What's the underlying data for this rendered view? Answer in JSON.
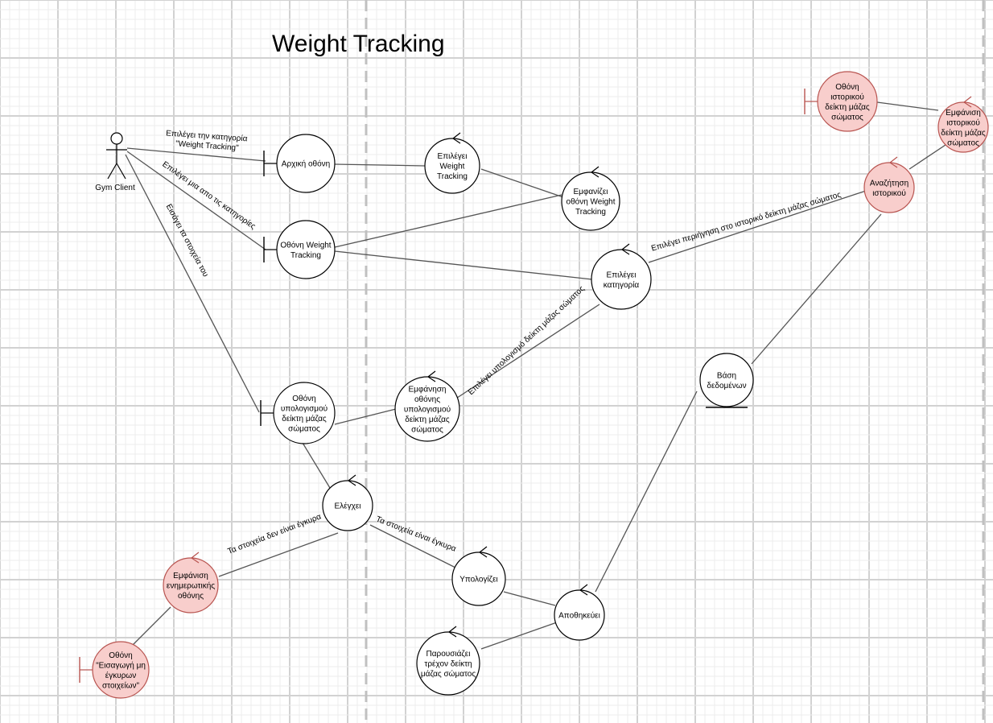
{
  "diagram": {
    "title": "Weight Tracking",
    "actor": {
      "label": "Gym Client"
    },
    "colors": {
      "highlight_fill": "#f8cecc",
      "highlight_stroke": "#b85450",
      "normal_fill": "#ffffff"
    },
    "nodes": {
      "arxiki": {
        "type": "boundary",
        "lines": [
          "Αρχική οθόνη"
        ]
      },
      "othoni_wt": {
        "type": "boundary",
        "lines": [
          "Οθόνη Weight",
          "Tracking"
        ]
      },
      "othoni_ypol": {
        "type": "boundary",
        "lines": [
          "Οθόνη",
          "υπολογισμού",
          "δείκτη μάζας",
          "σώματος"
        ]
      },
      "othoni_istor": {
        "type": "boundary",
        "highlight": true,
        "lines": [
          "Οθόνη",
          "ιστορικού",
          "δείκτη μάζας",
          "σώματος"
        ]
      },
      "othoni_eisag": {
        "type": "boundary",
        "highlight": true,
        "lines": [
          "Οθόνη",
          "\"Εισαγωγή μη",
          "έγκυρων",
          "στοιχείων\""
        ]
      },
      "epilegei_wt": {
        "type": "control",
        "lines": [
          "Επιλέγει",
          "Weight",
          "Tracking"
        ]
      },
      "emfanizei_wt": {
        "type": "control",
        "lines": [
          "Εμφανίζει",
          "οθόνη Weight",
          "Tracking"
        ]
      },
      "epilegei_kat": {
        "type": "control",
        "lines": [
          "Επιλέγει",
          "κατηγορία"
        ]
      },
      "emfanisi_ypol": {
        "type": "control",
        "lines": [
          "Εμφάνηση",
          "οθόνης",
          "υπολογισμού",
          "δείκτη μάζας",
          "σώματος"
        ]
      },
      "elegxei": {
        "type": "control",
        "lines": [
          "Ελέγχει"
        ]
      },
      "ypologizei": {
        "type": "control",
        "lines": [
          "Υπολογίζει"
        ]
      },
      "apothikeui": {
        "type": "control",
        "lines": [
          "Αποθηκεύει"
        ]
      },
      "parousiazei": {
        "type": "control",
        "lines": [
          "Παρουσιάζει",
          "τρέχον δείκτη",
          "μάζας σώματος"
        ]
      },
      "emfanisi_enim": {
        "type": "control",
        "highlight": true,
        "lines": [
          "Εμφάνιση",
          "ενημερωτικής",
          "οθόνης"
        ]
      },
      "anazitisi": {
        "type": "control",
        "highlight": true,
        "lines": [
          "Αναζήτηση",
          "ιστορικού"
        ]
      },
      "emfanisi_istor": {
        "type": "control",
        "highlight": true,
        "lines": [
          "Εμφάνιση",
          "ιστορικού",
          "δείκτη μάζας",
          "σώματος"
        ]
      },
      "vasi": {
        "type": "entity",
        "lines": [
          "Βάση",
          "δεδομένων"
        ]
      }
    },
    "edge_labels": {
      "actor_arxiki": [
        "Επιλέγει την κατηγορία",
        "\"Weight Tracking\""
      ],
      "actor_wt": [
        "Επιλέγει μια απο τις κατηγορίες"
      ],
      "actor_ypol": [
        "Εισάγει τα στοιχεία του"
      ],
      "kat_anazitisi": [
        "Επιλέγει περιήγηση στο ιστορικό δείκτη μάζας σώματος"
      ],
      "kat_emfanisi": [
        "Επιλέγει υπολογισμό δείκτη μάζας σώματος"
      ],
      "elegxei_invalid": [
        "Τα στοιχεία δεν είναι έγκυρα"
      ],
      "elegxei_valid": [
        "Τα στοιχεία είναι έγκυρα"
      ]
    }
  }
}
